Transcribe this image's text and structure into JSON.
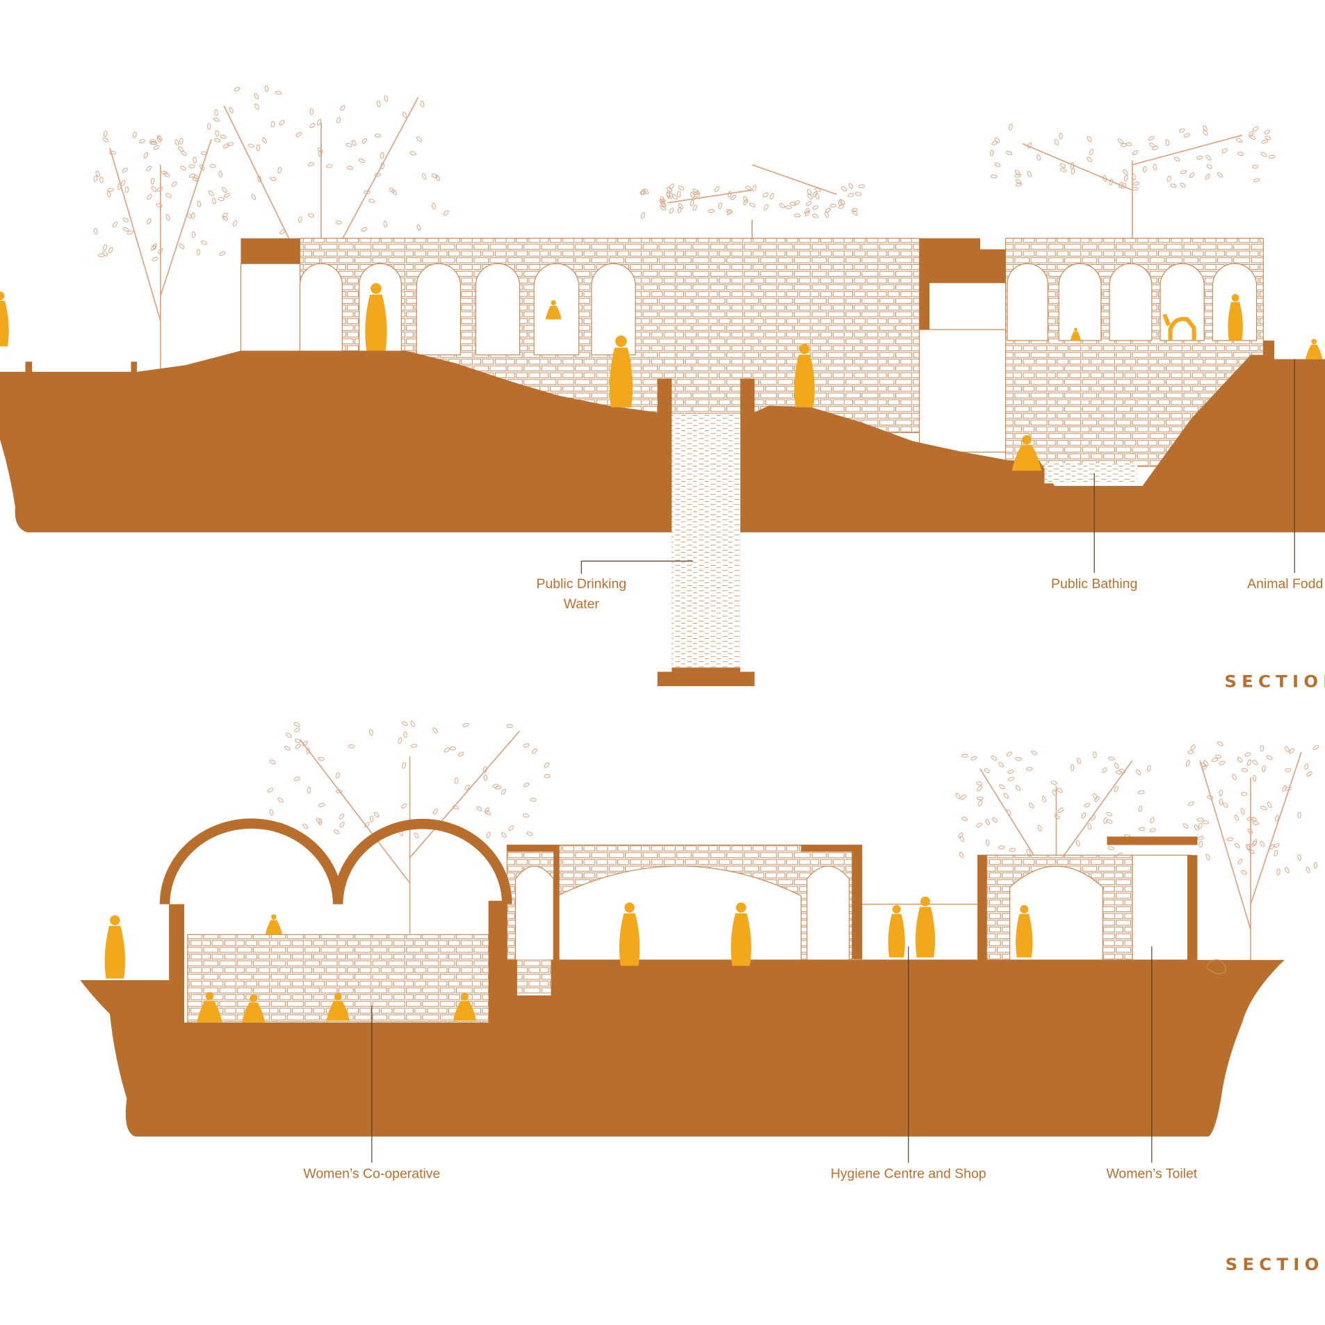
{
  "colors": {
    "ground": "#b86e2c",
    "figure": "#f2a81d",
    "line": "#c98a5a",
    "tree": "#d9a585",
    "label": "#b8702e"
  },
  "section_top": {
    "title": "SECTION",
    "labels": {
      "drinking_water_line1": "Public Drinking",
      "drinking_water_line2": "Water",
      "bathing": "Public Bathing",
      "animal_fodder": "Animal Fodd"
    }
  },
  "section_bottom": {
    "title": "SECTION",
    "labels": {
      "cooperative": "Women’s Co-operative",
      "hygiene": "Hygiene Centre and Shop",
      "toilet": "Women’s Toilet"
    }
  }
}
